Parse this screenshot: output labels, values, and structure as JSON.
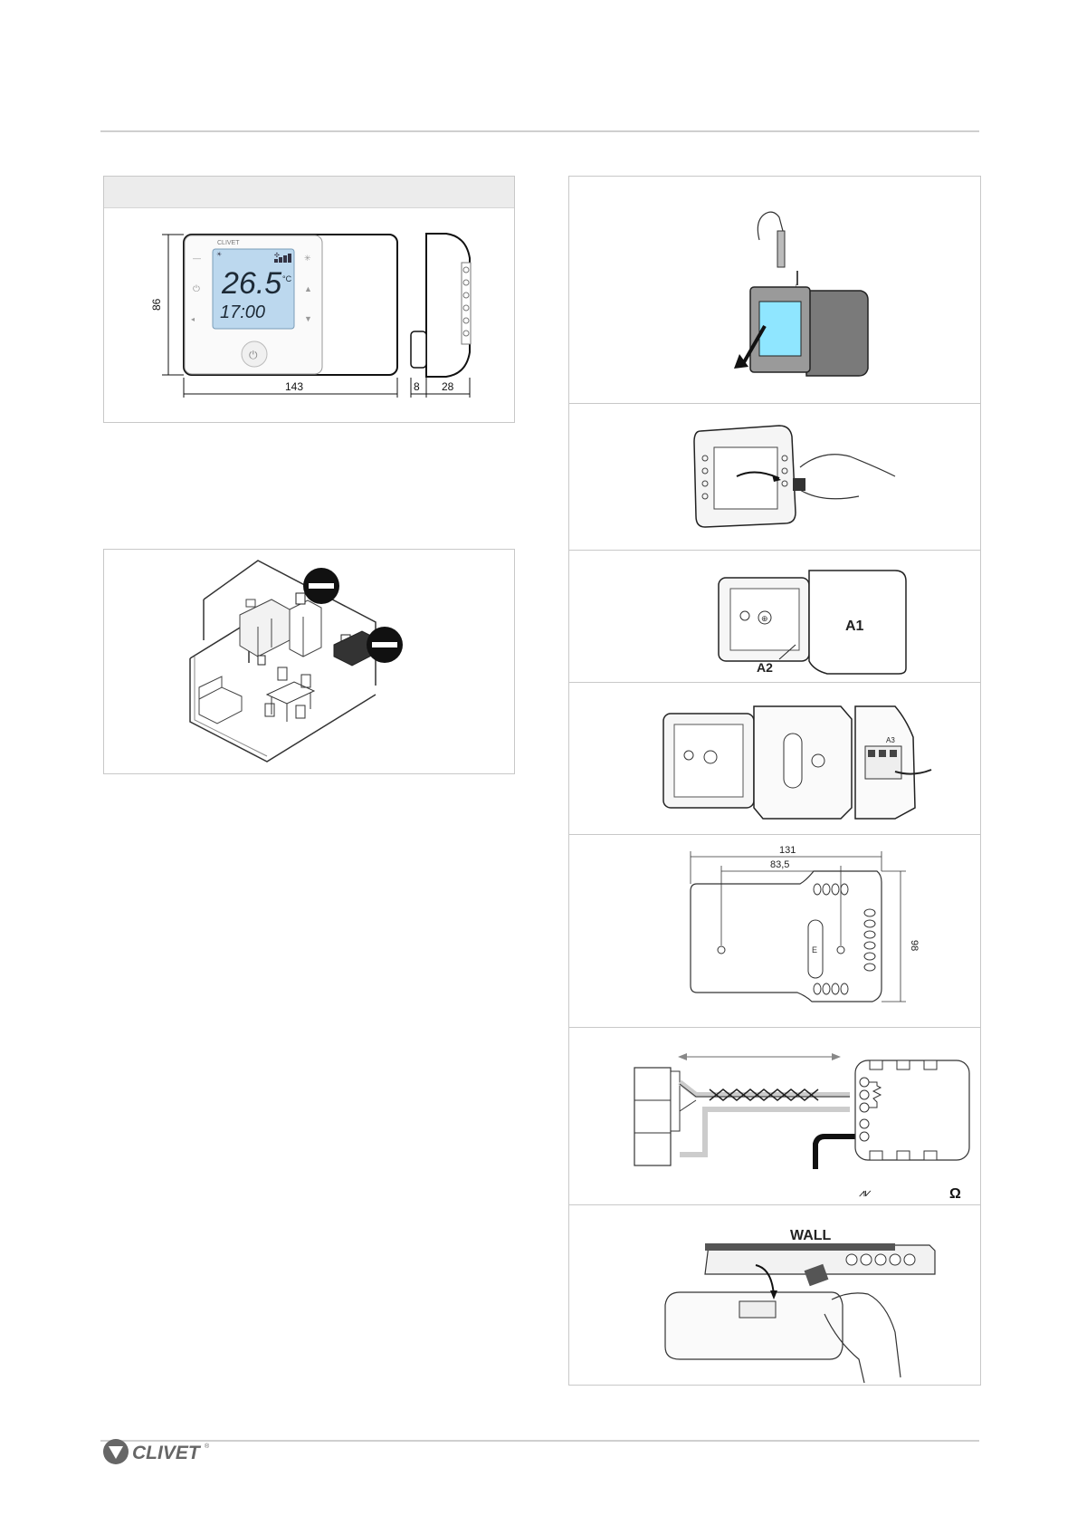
{
  "dimensions": {
    "height_label": "86",
    "width_label": "143",
    "gap_label": "8",
    "depth_label": "28"
  },
  "thermostat": {
    "brand": "CLIVET",
    "temperature": "26.5",
    "unit": "°C",
    "time": "17:00"
  },
  "steps": {
    "a1_label": "A1",
    "a2_label": "A2",
    "a3_label": "A3",
    "backplate_width": "131",
    "hole_spacing": "83,5",
    "backplate_height": "98",
    "center_mark": "E",
    "wall_label": "WALL",
    "resistor_symbol": "⩘⩗",
    "ohm_symbol": "Ω"
  },
  "footer": {
    "brand": "CLIVET",
    "trademark": "®"
  },
  "colors": {
    "rule": "#cfcfcf",
    "panel_border": "#c8c8c8",
    "panel_header": "#ececec",
    "lcd": "#bcd8ee",
    "screen_cyan": "#8fe6ff",
    "device_gray": "#8c8c8c"
  }
}
